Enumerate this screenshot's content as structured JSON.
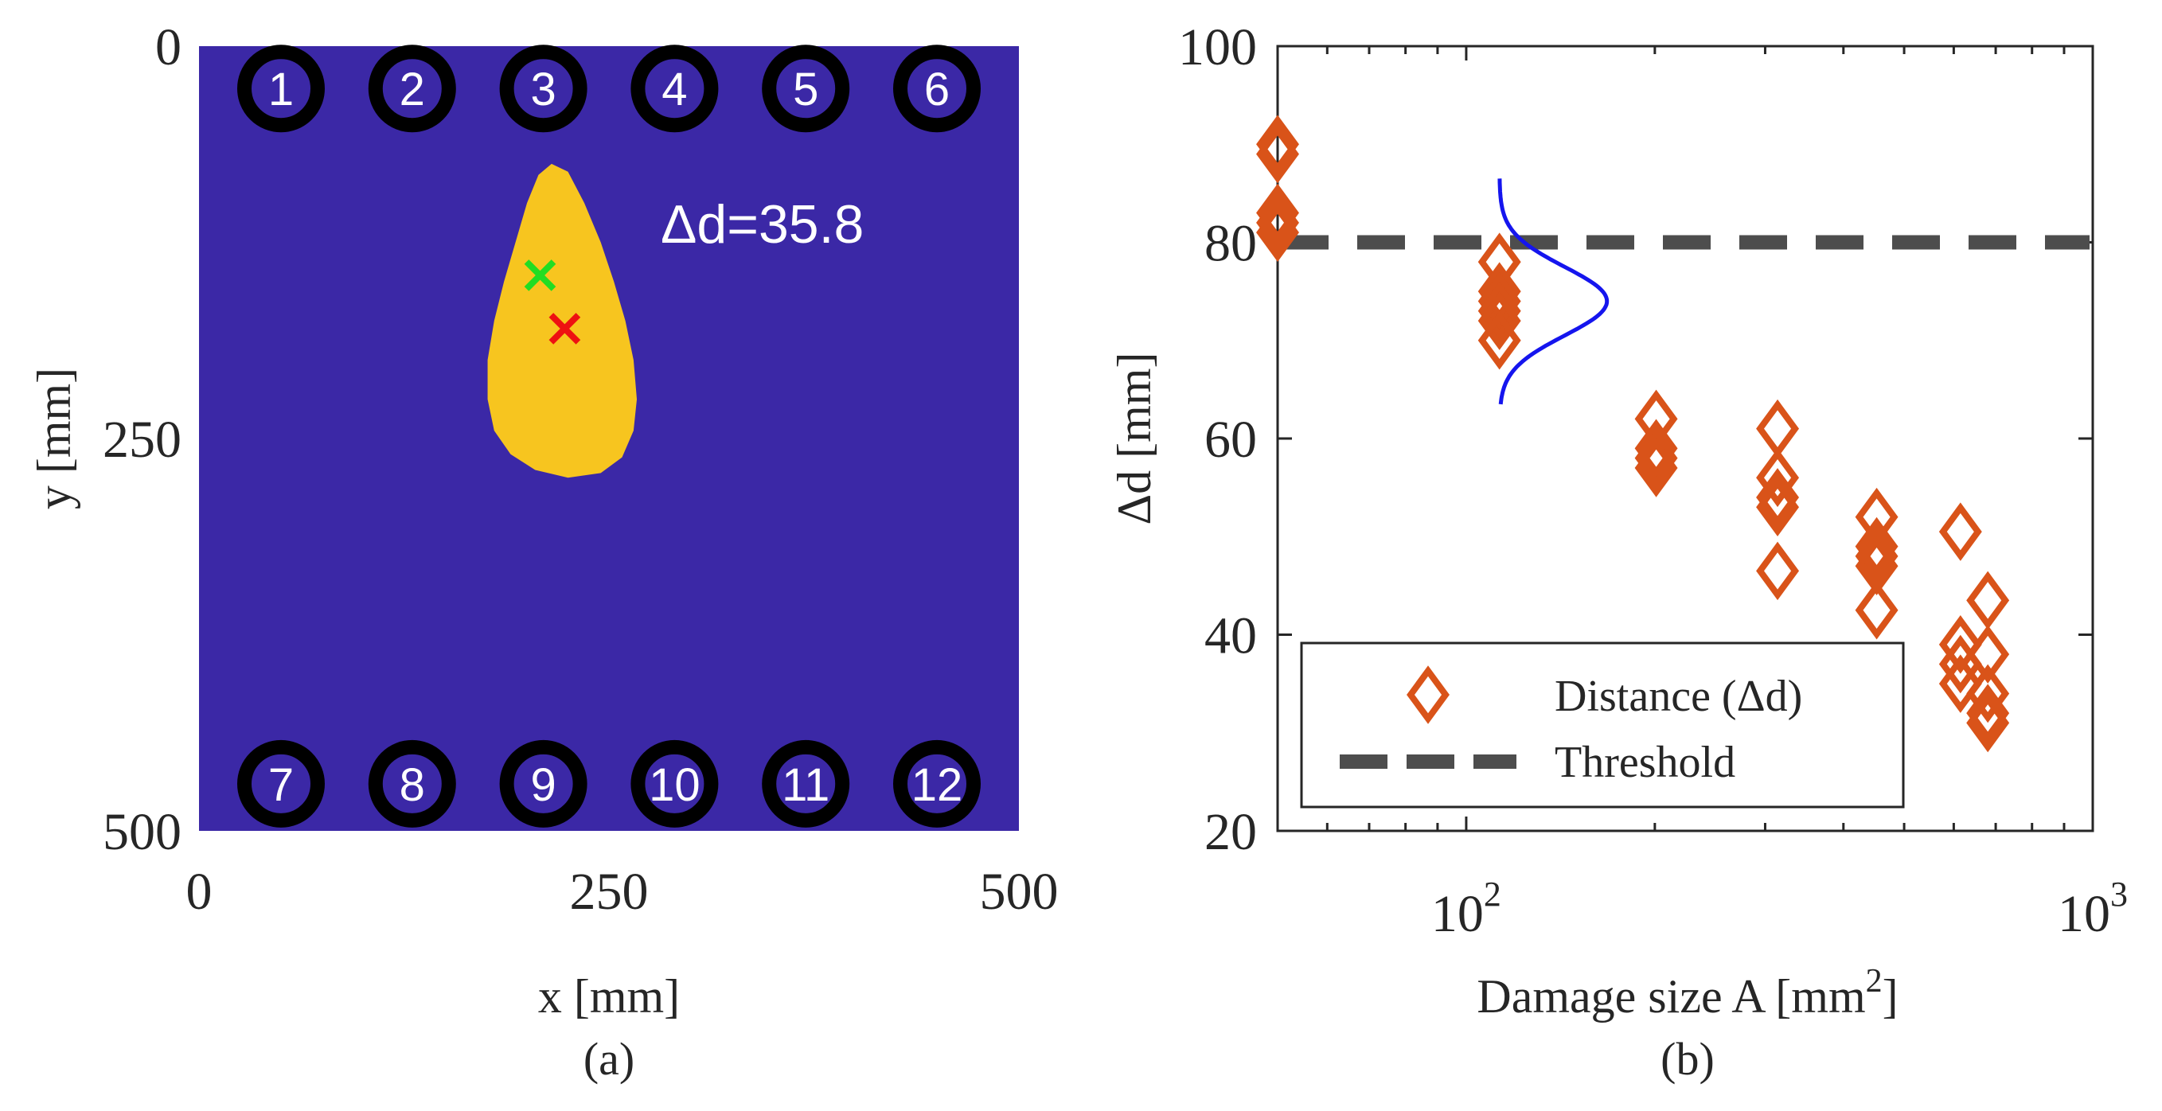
{
  "chart_data": [
    {
      "panel": "(a)",
      "type": "heatmap",
      "xlabel": "x [mm]",
      "ylabel": "y [mm]",
      "xlim": [
        0,
        500
      ],
      "ylim": [
        500,
        0
      ],
      "xticks": [
        "0",
        "250",
        "500"
      ],
      "yticks": [
        "0",
        "250",
        "500"
      ],
      "background_color": "#3b28a6",
      "damage_color": "#f7c51f",
      "annotation": "Δd=35.8",
      "sensors": [
        {
          "id": "1",
          "x": 50,
          "y": 27
        },
        {
          "id": "2",
          "x": 130,
          "y": 27
        },
        {
          "id": "3",
          "x": 210,
          "y": 27
        },
        {
          "id": "4",
          "x": 290,
          "y": 27
        },
        {
          "id": "5",
          "x": 370,
          "y": 27
        },
        {
          "id": "6",
          "x": 450,
          "y": 27
        },
        {
          "id": "7",
          "x": 50,
          "y": 470
        },
        {
          "id": "8",
          "x": 130,
          "y": 470
        },
        {
          "id": "9",
          "x": 210,
          "y": 470
        },
        {
          "id": "10",
          "x": 290,
          "y": 470
        },
        {
          "id": "11",
          "x": 370,
          "y": 470
        },
        {
          "id": "12",
          "x": 450,
          "y": 470
        }
      ],
      "damage_region_outline": [
        [
          215,
          75
        ],
        [
          225,
          80
        ],
        [
          235,
          100
        ],
        [
          245,
          125
        ],
        [
          253,
          150
        ],
        [
          260,
          175
        ],
        [
          265,
          200
        ],
        [
          267,
          225
        ],
        [
          265,
          245
        ],
        [
          258,
          262
        ],
        [
          245,
          272
        ],
        [
          225,
          275
        ],
        [
          205,
          270
        ],
        [
          190,
          260
        ],
        [
          180,
          245
        ],
        [
          176,
          225
        ],
        [
          176,
          200
        ],
        [
          180,
          175
        ],
        [
          186,
          150
        ],
        [
          193,
          125
        ],
        [
          200,
          100
        ],
        [
          207,
          82
        ]
      ],
      "markers": [
        {
          "label": "true-location",
          "x": 208,
          "y": 146,
          "color": "#22dd22"
        },
        {
          "label": "estimated-location",
          "x": 223,
          "y": 180,
          "color": "#ee1111"
        }
      ]
    },
    {
      "panel": "(b)",
      "type": "scatter",
      "xlabel": "Damage size A [mm",
      "xlabel_sup": "2",
      "xlabel_tail": "]",
      "ylabel": "Δd [mm]",
      "xscale": "log",
      "xlim": [
        50,
        1000
      ],
      "ylim": [
        20,
        100
      ],
      "yticks": [
        "20",
        "40",
        "60",
        "80",
        "100"
      ],
      "xticks": [
        {
          "value": 100,
          "base": "10",
          "exp": "2"
        },
        {
          "value": 1000,
          "base": "10",
          "exp": "3"
        }
      ],
      "marker_color": "#d95319",
      "threshold_color": "#4d4d4d",
      "distribution_color": "#1515ee",
      "legend_position": "bottom-left",
      "series": [
        {
          "name": "Distance (Δd)",
          "marker": "diamond",
          "points": [
            [
              50,
              90
            ],
            [
              50,
              89
            ],
            [
              50,
              83
            ],
            [
              50,
              82
            ],
            [
              50,
              81
            ],
            [
              113,
              78
            ],
            [
              113,
              75
            ],
            [
              113,
              74
            ],
            [
              113,
              73
            ],
            [
              113,
              72
            ],
            [
              113,
              70
            ],
            [
              201,
              62
            ],
            [
              201,
              59
            ],
            [
              201,
              58
            ],
            [
              201,
              57
            ],
            [
              314,
              61
            ],
            [
              314,
              56
            ],
            [
              314,
              54
            ],
            [
              314,
              53
            ],
            [
              314,
              46.5
            ],
            [
              452,
              52
            ],
            [
              452,
              49
            ],
            [
              452,
              48
            ],
            [
              452,
              47
            ],
            [
              452,
              42.5
            ],
            [
              615,
              50.5
            ],
            [
              615,
              39
            ],
            [
              615,
              37
            ],
            [
              615,
              35
            ],
            [
              680,
              43.5
            ],
            [
              680,
              38
            ],
            [
              680,
              34
            ],
            [
              680,
              32
            ],
            [
              680,
              31
            ]
          ]
        },
        {
          "name": "Threshold",
          "type": "dashed-line",
          "y": 80
        }
      ],
      "distribution": {
        "x_base": 113,
        "mean": 74,
        "sd": 3.5,
        "y_range": [
          63.5,
          86.5
        ]
      }
    }
  ],
  "captions": {
    "a": "(a)",
    "b": "(b)"
  }
}
